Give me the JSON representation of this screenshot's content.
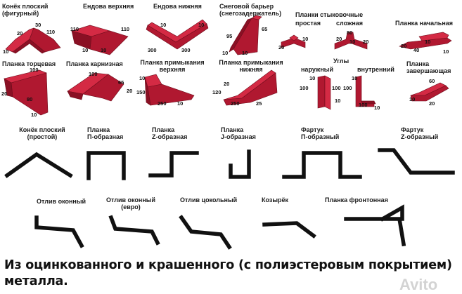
{
  "top_products": [
    {
      "label": "Конёк плоский\n(фигурный)",
      "dims": [
        "30",
        "20",
        "110",
        "10"
      ]
    },
    {
      "label": "Ендова верхняя",
      "dims": [
        "110",
        "110",
        "10",
        "10"
      ]
    },
    {
      "label": "Ендова нижняя",
      "dims": [
        "10",
        "10",
        "300",
        "300"
      ]
    },
    {
      "label": "Снеговой барьер\n(снегозадержатель)",
      "dims": [
        "95",
        "65",
        "10",
        "10"
      ]
    },
    {
      "label": "Планки стыковочные",
      "dims": []
    },
    {
      "label": "простая",
      "dims": [
        "10",
        "20"
      ]
    },
    {
      "label": "сложная",
      "dims": [
        "80",
        "20",
        "10",
        "20"
      ]
    },
    {
      "label": "Планка начальная",
      "dims": [
        "20",
        "10",
        "40",
        "10"
      ]
    }
  ],
  "mid_products": [
    {
      "label": "Планка торцевая",
      "dims": [
        "100",
        "20",
        "80",
        "10"
      ]
    },
    {
      "label": "Планка карнизная",
      "dims": [
        "100",
        "65",
        "20"
      ]
    },
    {
      "label": "Планка примыкания\nверхняя",
      "dims": [
        "10",
        "150",
        "250",
        "10"
      ]
    },
    {
      "label": "Планка примыкания\nнижняя",
      "dims": [
        "20",
        "120",
        "250",
        "25"
      ]
    },
    {
      "label": "Углы",
      "dims": []
    },
    {
      "label": "наружный",
      "dims": [
        "10",
        "100",
        "100",
        "10"
      ]
    },
    {
      "label": "внутренний",
      "dims": [
        "10",
        "100",
        "100",
        "10"
      ]
    },
    {
      "label": "Планка\nзавершающая",
      "dims": [
        "60",
        "10",
        "20"
      ]
    }
  ],
  "profiles_row1": [
    {
      "label": "Конёк плоский\n(простой)"
    },
    {
      "label": "Планка\nП-образная"
    },
    {
      "label": "Планка\nZ-образная"
    },
    {
      "label": "Планка\nJ-образная"
    },
    {
      "label": "Фартук\nП-образный"
    },
    {
      "label": "Фартук\nZ-образный"
    }
  ],
  "profiles_row2": [
    {
      "label": "Отлив оконный"
    },
    {
      "label": "Отлив оконный\n(евро)"
    },
    {
      "label": "Отлив цокольный"
    },
    {
      "label": "Козырёк"
    },
    {
      "label": "Планка фронтонная"
    }
  ],
  "footer_text": "Из оцинкованного и крашенного (с полиэстеровым покрытием) металла.",
  "watermark": "Avito",
  "colors": {
    "metal": "#b01830",
    "metal_light": "#d42a44",
    "metal_dark": "#8a1024",
    "profile_line": "#111111"
  }
}
